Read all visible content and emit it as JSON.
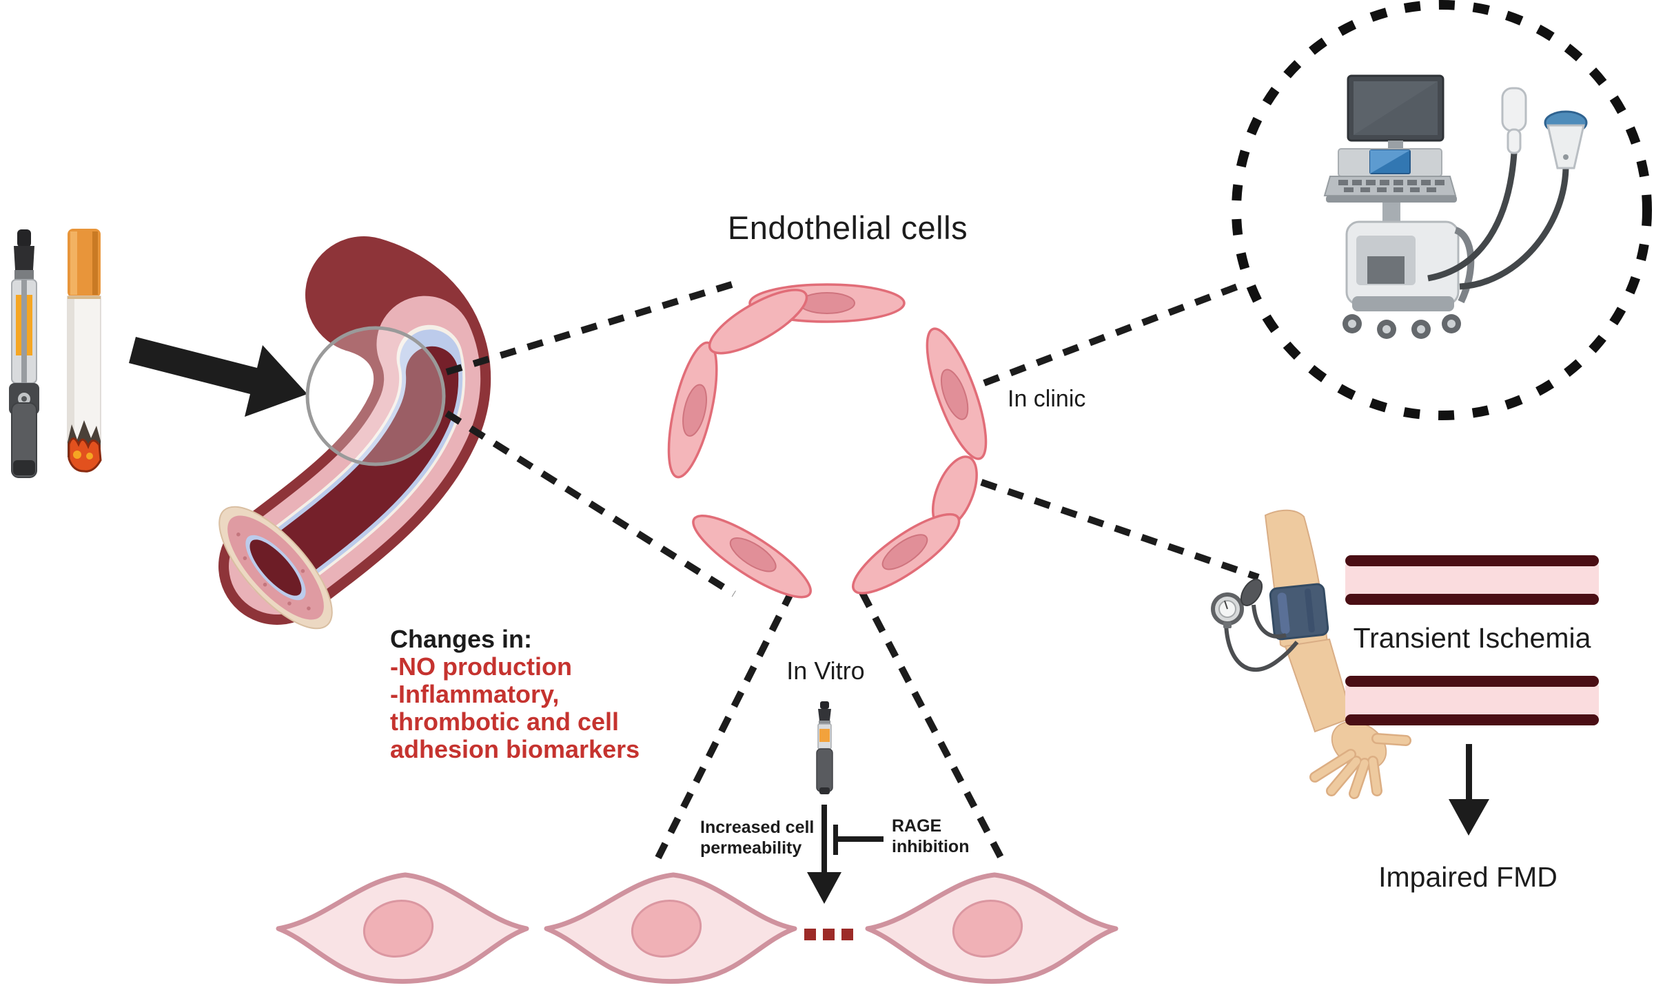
{
  "figure": {
    "title": "Endothelial cells",
    "changes_panel": {
      "heading": "Changes in:",
      "items": [
        "-NO production",
        "-Inflammatory,",
        "thrombotic and cell",
        "adhesion biomarkers"
      ]
    },
    "clinic": {
      "label": "In clinic",
      "transient_ischemia": "Transient Ischemia",
      "impaired_fmd": "Impaired FMD"
    },
    "vitro": {
      "label": "In Vitro",
      "increased_permeability": "Increased cell\npermeability",
      "rage_inhibition": "RAGE\ninhibition",
      "ellipsis": "..."
    },
    "colors": {
      "emphasis_red": "#c5332f",
      "text_dark": "#1c1c1c",
      "ring_cell_fill": "#f4b6ba",
      "ring_cell_stroke": "#e16d78",
      "vessel_bar_dark": "#4a0e14",
      "vessel_bar_pink": "#fadcde",
      "connector_black": "#1c1c1c"
    }
  }
}
